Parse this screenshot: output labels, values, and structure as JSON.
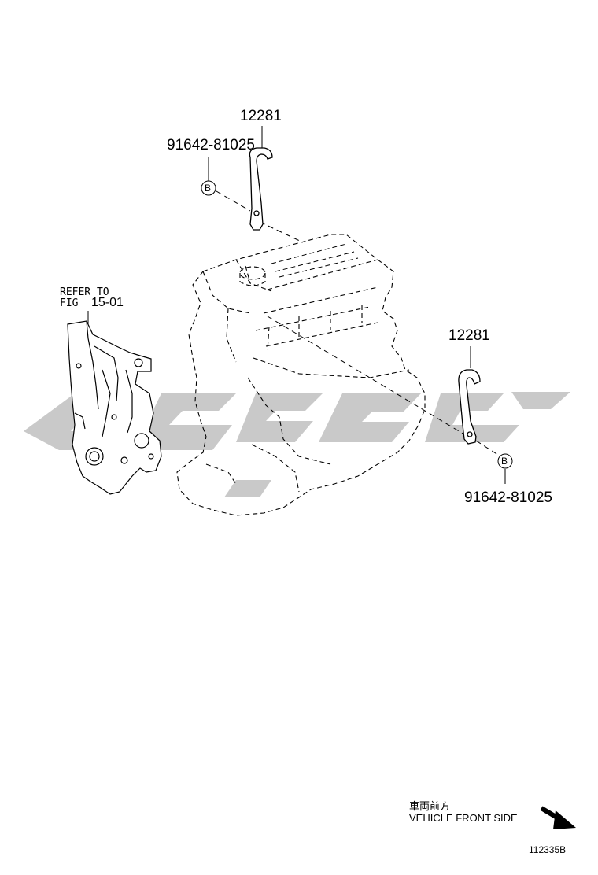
{
  "parts": {
    "bracket_top": {
      "part_number": "12281"
    },
    "bolt_top": {
      "part_number": "91642-81025",
      "callout": "B"
    },
    "bracket_right": {
      "part_number": "12281"
    },
    "bolt_right": {
      "part_number": "91642-81025",
      "callout": "B"
    }
  },
  "reference": {
    "line1": "REFER TO",
    "line2_prefix": "FIG",
    "line2_fig": "15-01"
  },
  "direction": {
    "japanese": "車両前方",
    "english": "VEHICLE FRONT SIDE"
  },
  "illustration_id": "112335B",
  "colors": {
    "line": "#000000",
    "watermark": "#c8c8c8",
    "background": "#ffffff"
  }
}
